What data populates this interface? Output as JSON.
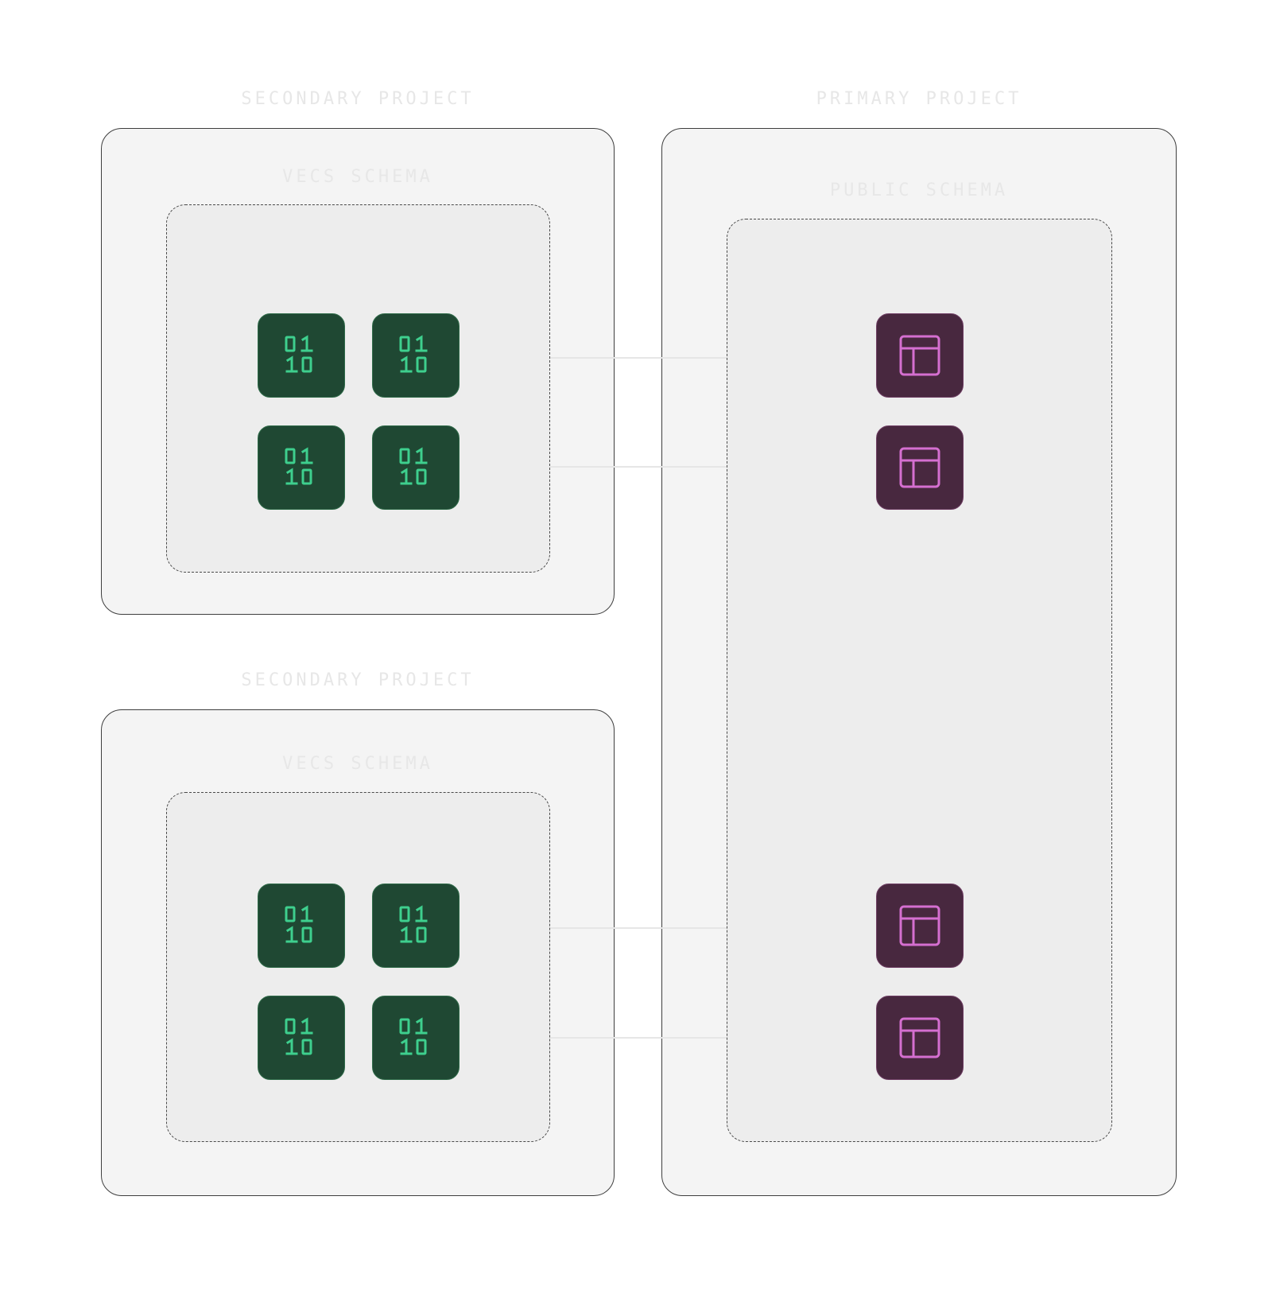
{
  "colors": {
    "vector_tile_bg": "#1f4833",
    "vector_icon": "#3ecf8e",
    "table_tile_bg": "#48283f",
    "table_icon": "#d56fd0",
    "project_bg": "#f4f4f4",
    "schema_bg": "#ededed"
  },
  "secondary_projects": [
    {
      "label": "SECONDARY PROJECT",
      "schema_label": "VECS SCHEMA",
      "tiles": [
        "binary-icon",
        "binary-icon",
        "binary-icon",
        "binary-icon"
      ]
    },
    {
      "label": "SECONDARY PROJECT",
      "schema_label": "VECS SCHEMA",
      "tiles": [
        "binary-icon",
        "binary-icon",
        "binary-icon",
        "binary-icon"
      ]
    }
  ],
  "primary_project": {
    "label": "PRIMARY PROJECT",
    "schema_label": "PUBLIC SCHEMA",
    "tiles": [
      "table-icon",
      "table-icon",
      "table-icon",
      "table-icon"
    ]
  }
}
